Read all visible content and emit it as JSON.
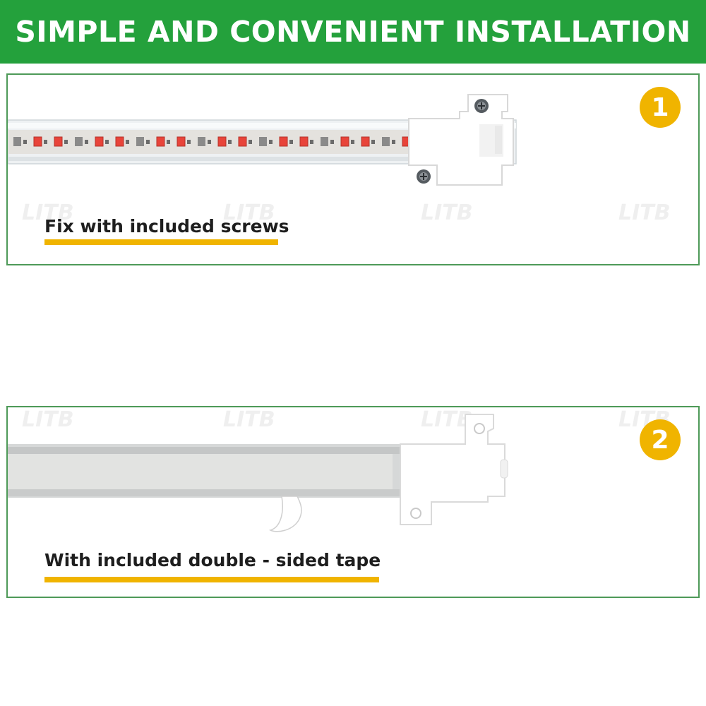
{
  "banner": {
    "title": "SIMPLE AND CONVENIENT INSTALLATION"
  },
  "steps": [
    {
      "number": "1",
      "caption": "Fix with included screws"
    },
    {
      "number": "2",
      "caption": "With included double - sided tape"
    }
  ],
  "watermark": "LITB",
  "colors": {
    "banner_green": "#24a13c",
    "panel_border": "#4e9a58",
    "accent_yellow": "#f0b400",
    "led_red": "#e8443a"
  },
  "icons": {
    "led_strip": "led-strip-illustration",
    "screw": "screw-icon",
    "mounting_clip": "mounting-clip-icon",
    "tape": "double-sided-tape-icon"
  }
}
